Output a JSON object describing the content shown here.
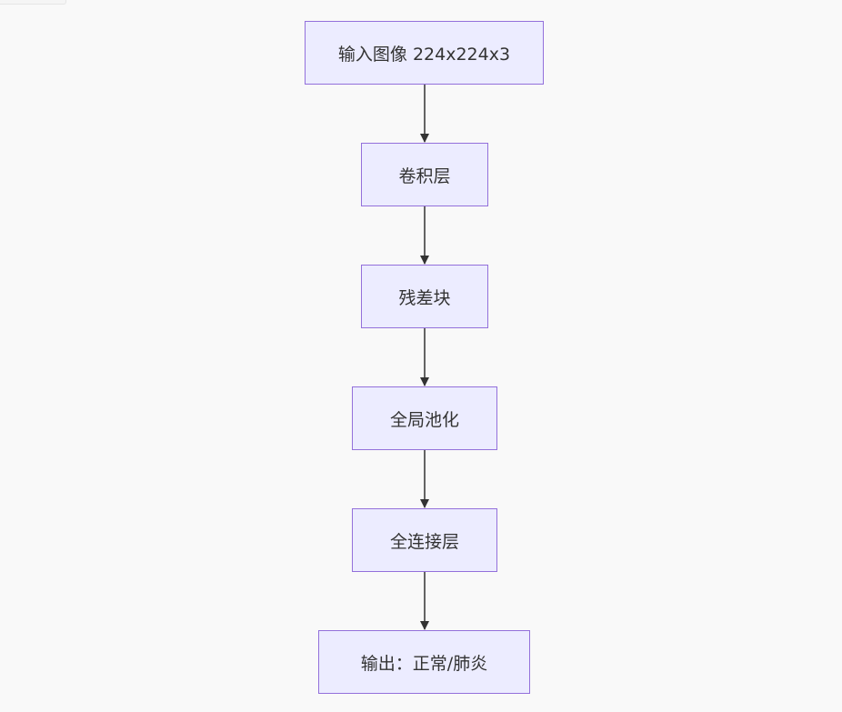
{
  "flowchart": {
    "nodes": [
      {
        "id": "input",
        "label": "输入图像 224x224x3"
      },
      {
        "id": "conv",
        "label": "卷积层"
      },
      {
        "id": "residual",
        "label": "残差块"
      },
      {
        "id": "gap",
        "label": "全局池化"
      },
      {
        "id": "fc",
        "label": "全连接层"
      },
      {
        "id": "output",
        "label": "输出：正常/肺炎"
      }
    ],
    "edges": [
      {
        "from": "input",
        "to": "conv"
      },
      {
        "from": "conv",
        "to": "residual"
      },
      {
        "from": "residual",
        "to": "gap"
      },
      {
        "from": "gap",
        "to": "fc"
      },
      {
        "from": "fc",
        "to": "output"
      }
    ]
  },
  "colors": {
    "background": "#f9f9f9",
    "node_fill": "#ececff",
    "node_border": "#9370db",
    "edge": "#333333",
    "text": "#333333"
  }
}
